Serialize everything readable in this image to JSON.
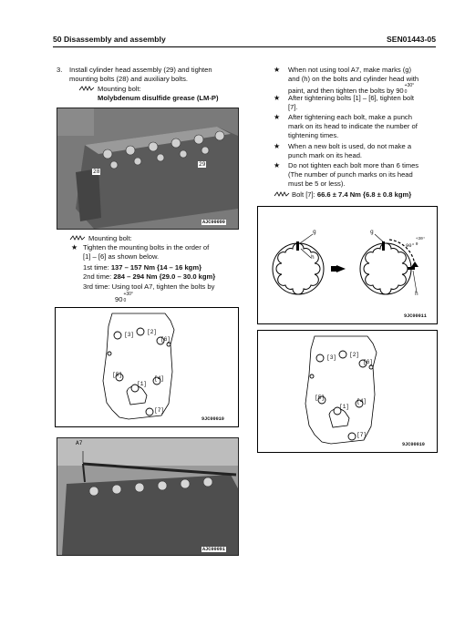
{
  "header": {
    "section": "50 Disassembly and assembly",
    "doc_id": "SEN01443-05"
  },
  "left": {
    "step_number": "3.",
    "step_line1": "Install cylinder head assembly (29) and tighten",
    "step_line2": "mounting bolts (28) and auxiliary bolts.",
    "mount_label1": "Mounting bolt:",
    "grease": "Molybdenum disulfide grease (LM-P)",
    "photo1": {
      "label_28": "28",
      "label_29": "29",
      "code": "AJC00090"
    },
    "mount_label2": "Mounting bolt:",
    "tighten_line1": "Tighten the mounting bolts in the order of",
    "tighten_line2": "[1] – [6] as shown below.",
    "first_time_label": "1st time: ",
    "first_time_value": "137 – 157 Nm {14 – 16 kgm}",
    "second_time_label": "2nd time: ",
    "second_time_value": "284 – 294 Nm {29.0 – 30.0 kgm}",
    "third_time_line1": "3rd time: Using tool A7, tighten the bolts by",
    "third_time_angle": "90",
    "third_time_tol_top": "+30°",
    "third_time_tol_bot": "0",
    "fig1": {
      "code": "9JC00010",
      "bolts": [
        "[3]",
        "[2]",
        "[6]",
        "[5]",
        "[1]",
        "[4]",
        "[7]"
      ]
    },
    "photo2": {
      "label_a7": "A7",
      "code": "AJC00091"
    }
  },
  "right": {
    "note1_line1": "When not using tool A7, make marks (g)",
    "note1_line2": "and (h) on the bolts and cylinder head with",
    "note1_line3": "paint, and then tighten the bolts by 90",
    "note1_tol_top": "+30°",
    "note1_tol_bot": "0",
    "note2_line1": "After tightening bolts [1] – [6], tighten bolt",
    "note2_line2": "[7].",
    "note3_line1": "After tightening each bolt, make a punch",
    "note3_line2": "mark on its head to indicate the number of",
    "note3_line3": "tightening times.",
    "note4_line1": "When a new bolt is used, do not make a",
    "note4_line2": "punch mark on its head.",
    "note5_line1": "Do not tighten each bolt more than 6 times",
    "note5_line2": "(The number of punch marks on its head",
    "note5_line3": "must be 5 or less).",
    "bolt7_label": "Bolt [7]: ",
    "bolt7_value": "66.6 ± 7.4 Nm {6.8 ± 0.8 kgm}",
    "fig2": {
      "code": "9JC00011",
      "g1": "g",
      "h1": "h",
      "g2": "g",
      "h2": "h",
      "angle": "90°",
      "angle_tol": "+30°",
      "angle_tol_bot": "0"
    },
    "fig3": {
      "code": "9JC00010",
      "bolts": [
        "[3]",
        "[2]",
        "[6]",
        "[5]",
        "[1]",
        "[4]",
        "[7]"
      ]
    }
  },
  "icons": {
    "star": "★",
    "spring": "spring-icon"
  }
}
